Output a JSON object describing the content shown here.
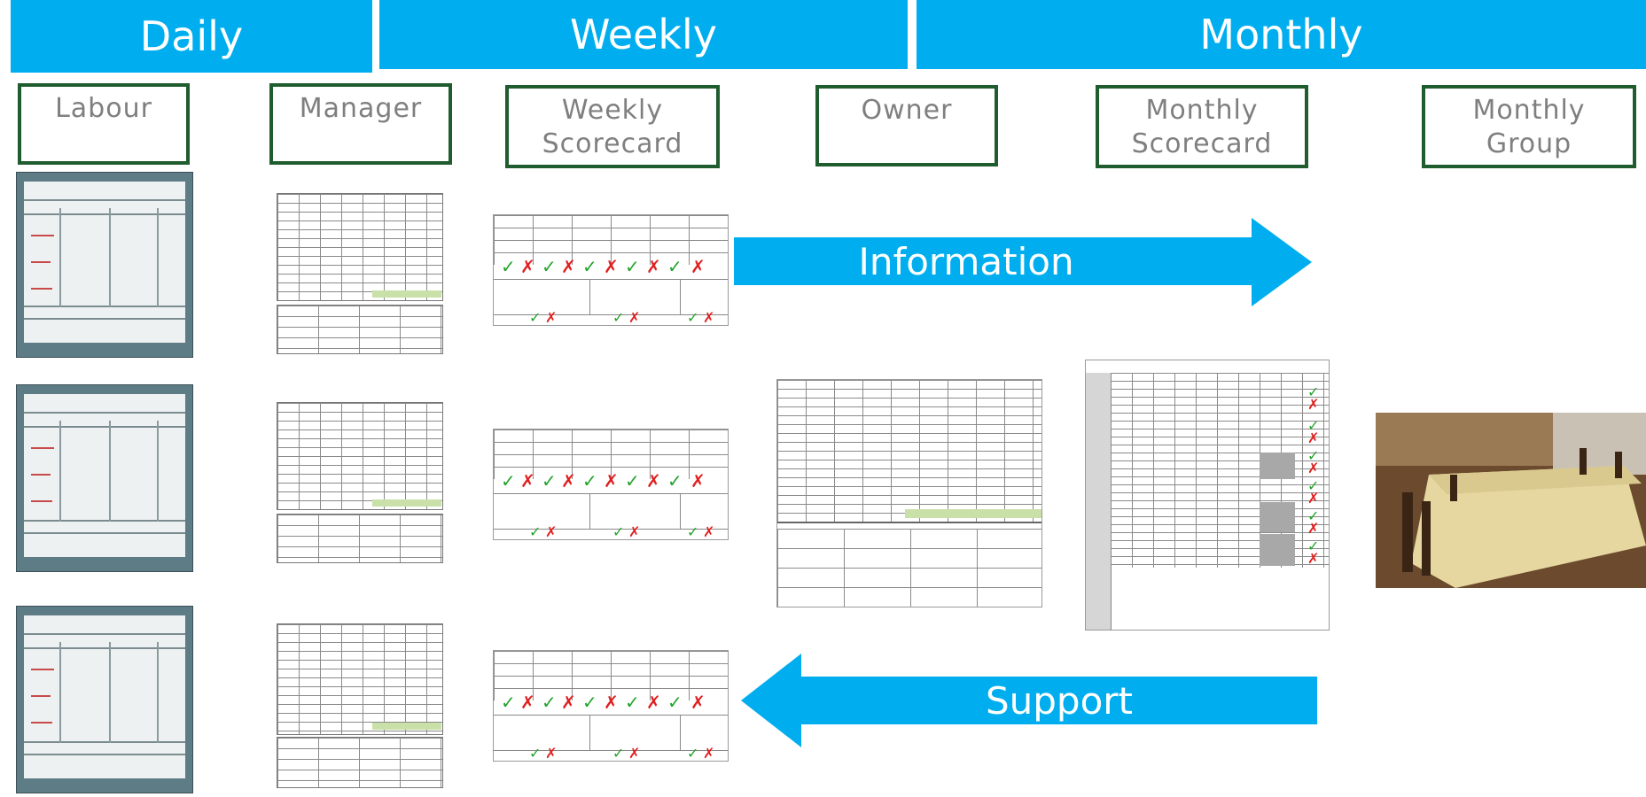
{
  "bands": {
    "daily": "Daily",
    "weekly": "Weekly",
    "monthly": "Monthly"
  },
  "labels": {
    "labour": "Labour",
    "manager": "Manager",
    "weekly_scorecard": [
      "Weekly",
      "Scorecard"
    ],
    "owner": "Owner",
    "monthly_scorecard": [
      "Monthly",
      "Scorecard"
    ],
    "monthly_group": [
      "Monthly",
      "Group"
    ]
  },
  "arrows": {
    "information": "Information",
    "support": "Support"
  },
  "colors": {
    "band_blue": "#00aeef",
    "label_border": "#1f5c2e",
    "label_text": "#7f7f7f",
    "arrow_blue": "#00aeef"
  },
  "icons": {
    "tick": "check-mark-icon",
    "cross": "cross-mark-icon"
  }
}
